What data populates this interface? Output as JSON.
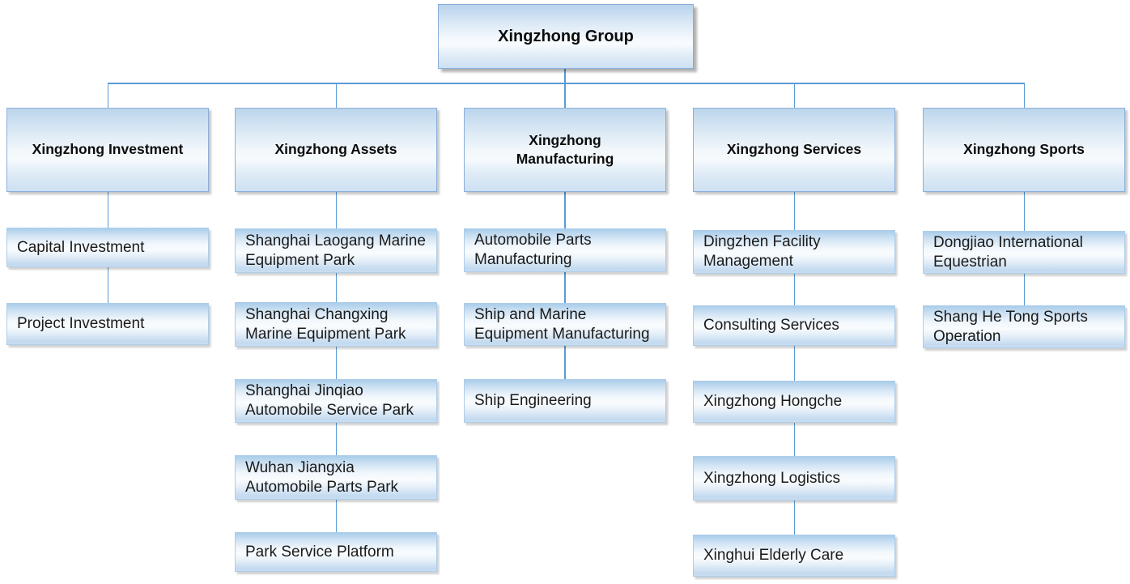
{
  "root": {
    "label": "Xingzhong Group"
  },
  "divisions": [
    {
      "label": "Xingzhong Investment",
      "children": [
        "Capital Investment",
        "Project Investment"
      ]
    },
    {
      "label": "Xingzhong Assets",
      "children": [
        "Shanghai Laogang Marine\nEquipment Park",
        "Shanghai Changxing\nMarine Equipment Park",
        "Shanghai Jinqiao\nAutomobile Service Park",
        "Wuhan Jiangxia\nAutomobile Parts Park",
        "Park Service Platform"
      ]
    },
    {
      "label": "Xingzhong\nManufacturing",
      "children": [
        "Automobile Parts\nManufacturing",
        "Ship and Marine\nEquipment Manufacturing",
        "Ship Engineering"
      ]
    },
    {
      "label": "Xingzhong Services",
      "children": [
        "Dingzhen Facility\nManagement",
        "Consulting Services",
        "Xingzhong Hongche",
        "Xingzhong Logistics",
        "Xinghui Elderly Care"
      ]
    },
    {
      "label": "Xingzhong Sports",
      "children": [
        "Dongjiao International\nEquestrian",
        "Shang He Tong Sports\nOperation"
      ]
    }
  ],
  "colors": {
    "connector": "#5b9bd5",
    "box_border": "#8ab0d9",
    "box_fill_top": "#bcd5ec",
    "box_fill_middle": "#f6fafd",
    "box_fill_bottom": "#cce0f2",
    "text": "#1a1a1a"
  }
}
